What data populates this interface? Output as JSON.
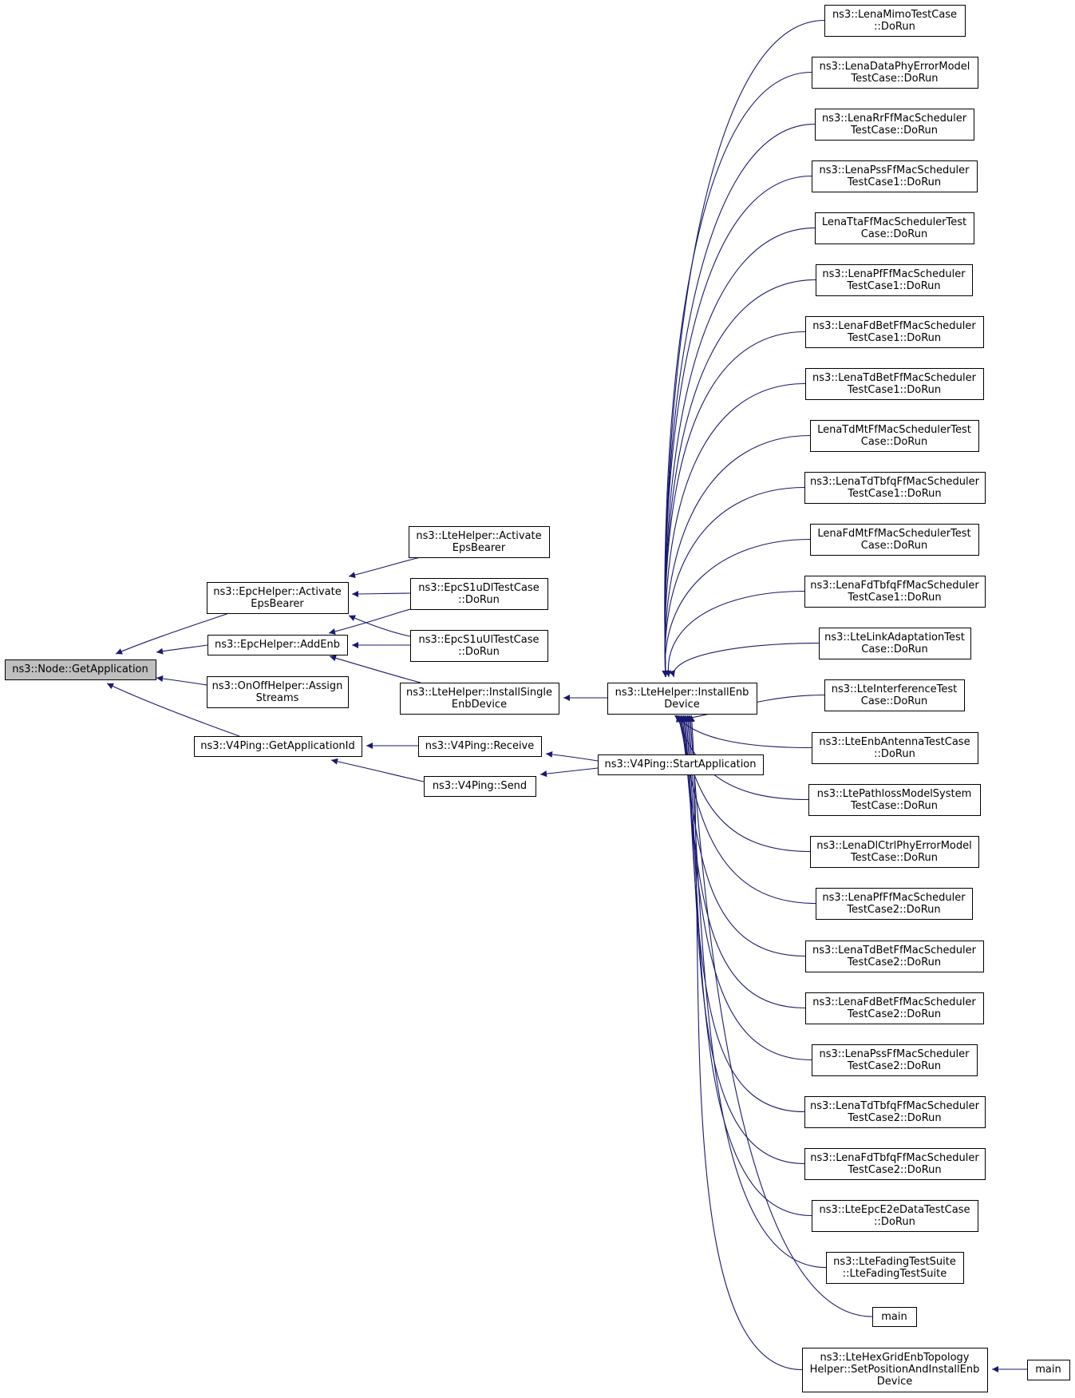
{
  "diagram": {
    "type": "call-graph",
    "colors": {
      "edge": "#191970",
      "root_fill": "#bfbfbf",
      "node_fill": "#ffffff",
      "border": "#000000"
    },
    "nodes": [
      {
        "id": "node-getapplication",
        "lines": [
          "ns3::Node::GetApplication"
        ],
        "root": true
      },
      {
        "id": "epchelper-activate",
        "lines": [
          "ns3::EpcHelper::Activate",
          "EpsBearer"
        ]
      },
      {
        "id": "epchelper-addenb",
        "lines": [
          "ns3::EpcHelper::AddEnb"
        ]
      },
      {
        "id": "onoffhelper-assign",
        "lines": [
          "ns3::OnOffHelper::Assign",
          "Streams"
        ]
      },
      {
        "id": "v4ping-getappid",
        "lines": [
          "ns3::V4Ping::GetApplicationId"
        ]
      },
      {
        "id": "ltehelper-activate",
        "lines": [
          "ns3::LteHelper::Activate",
          "EpsBearer"
        ]
      },
      {
        "id": "epcs1udl",
        "lines": [
          "ns3::EpcS1uDlTestCase",
          "::DoRun"
        ]
      },
      {
        "id": "epcs1uul",
        "lines": [
          "ns3::EpcS1uUlTestCase",
          "::DoRun"
        ]
      },
      {
        "id": "ltehelper-installsingle",
        "lines": [
          "ns3::LteHelper::InstallSingle",
          "EnbDevice"
        ]
      },
      {
        "id": "v4ping-receive",
        "lines": [
          "ns3::V4Ping::Receive"
        ]
      },
      {
        "id": "v4ping-send",
        "lines": [
          "ns3::V4Ping::Send"
        ]
      },
      {
        "id": "ltehelper-installenb",
        "lines": [
          "ns3::LteHelper::InstallEnb",
          "Device"
        ]
      },
      {
        "id": "v4ping-start",
        "lines": [
          "ns3::V4Ping::StartApplication"
        ]
      },
      {
        "id": "lenamimo",
        "lines": [
          "ns3::LenaMimoTestCase",
          "::DoRun"
        ]
      },
      {
        "id": "lenadataphy",
        "lines": [
          "ns3::LenaDataPhyErrorModel",
          "TestCase::DoRun"
        ]
      },
      {
        "id": "lenarr",
        "lines": [
          "ns3::LenaRrFfMacScheduler",
          "TestCase::DoRun"
        ]
      },
      {
        "id": "lenapss1",
        "lines": [
          "ns3::LenaPssFfMacScheduler",
          "TestCase1::DoRun"
        ]
      },
      {
        "id": "lenatta",
        "lines": [
          "LenaTtaFfMacSchedulerTest",
          "Case::DoRun"
        ]
      },
      {
        "id": "lenapf1",
        "lines": [
          "ns3::LenaPfFfMacScheduler",
          "TestCase1::DoRun"
        ]
      },
      {
        "id": "lenafdbet1",
        "lines": [
          "ns3::LenaFdBetFfMacScheduler",
          "TestCase1::DoRun"
        ]
      },
      {
        "id": "lenatdbet1",
        "lines": [
          "ns3::LenaTdBetFfMacScheduler",
          "TestCase1::DoRun"
        ]
      },
      {
        "id": "lenatdmt",
        "lines": [
          "LenaTdMtFfMacSchedulerTest",
          "Case::DoRun"
        ]
      },
      {
        "id": "lenatdtbfq1",
        "lines": [
          "ns3::LenaTdTbfqFfMacScheduler",
          "TestCase1::DoRun"
        ]
      },
      {
        "id": "lenafdmt",
        "lines": [
          "LenaFdMtFfMacSchedulerTest",
          "Case::DoRun"
        ]
      },
      {
        "id": "lenafdtbfq1",
        "lines": [
          "ns3::LenaFdTbfqFfMacScheduler",
          "TestCase1::DoRun"
        ]
      },
      {
        "id": "ltelinkadapt",
        "lines": [
          "ns3::LteLinkAdaptationTest",
          "Case::DoRun"
        ]
      },
      {
        "id": "lteinterference",
        "lines": [
          "ns3::LteInterferenceTest",
          "Case::DoRun"
        ]
      },
      {
        "id": "lteenbantenna",
        "lines": [
          "ns3::LteEnbAntennaTestCase",
          "::DoRun"
        ]
      },
      {
        "id": "ltepathloss",
        "lines": [
          "ns3::LtePathlossModelSystem",
          "TestCase::DoRun"
        ]
      },
      {
        "id": "lenadlctrl",
        "lines": [
          "ns3::LenaDlCtrlPhyErrorModel",
          "TestCase::DoRun"
        ]
      },
      {
        "id": "lenapf2",
        "lines": [
          "ns3::LenaPfFfMacScheduler",
          "TestCase2::DoRun"
        ]
      },
      {
        "id": "lenatdbet2",
        "lines": [
          "ns3::LenaTdBetFfMacScheduler",
          "TestCase2::DoRun"
        ]
      },
      {
        "id": "lenafdbet2",
        "lines": [
          "ns3::LenaFdBetFfMacScheduler",
          "TestCase2::DoRun"
        ]
      },
      {
        "id": "lenapss2",
        "lines": [
          "ns3::LenaPssFfMacScheduler",
          "TestCase2::DoRun"
        ]
      },
      {
        "id": "lenatdtbfq2",
        "lines": [
          "ns3::LenaTdTbfqFfMacScheduler",
          "TestCase2::DoRun"
        ]
      },
      {
        "id": "lenafdtbfq2",
        "lines": [
          "ns3::LenaFdTbfqFfMacScheduler",
          "TestCase2::DoRun"
        ]
      },
      {
        "id": "lteepce2e",
        "lines": [
          "ns3::LteEpcE2eDataTestCase",
          "::DoRun"
        ]
      },
      {
        "id": "ltefading",
        "lines": [
          "ns3::LteFadingTestSuite",
          "::LteFadingTestSuite"
        ]
      },
      {
        "id": "main1",
        "lines": [
          "main"
        ]
      },
      {
        "id": "ltehexgrid",
        "lines": [
          "ns3::LteHexGridEnbTopology",
          "Helper::SetPositionAndInstallEnb",
          "Device"
        ]
      },
      {
        "id": "main2",
        "lines": [
          "main"
        ]
      }
    ],
    "edges": [
      {
        "from": "epchelper-activate",
        "to": "node-getapplication"
      },
      {
        "from": "epchelper-addenb",
        "to": "node-getapplication"
      },
      {
        "from": "onoffhelper-assign",
        "to": "node-getapplication"
      },
      {
        "from": "v4ping-getappid",
        "to": "node-getapplication"
      },
      {
        "from": "ltehelper-activate",
        "to": "epchelper-activate"
      },
      {
        "from": "epcs1udl",
        "to": "epchelper-activate"
      },
      {
        "from": "epcs1uul",
        "to": "epchelper-activate"
      },
      {
        "from": "epcs1udl",
        "to": "epchelper-addenb"
      },
      {
        "from": "epcs1uul",
        "to": "epchelper-addenb"
      },
      {
        "from": "ltehelper-installsingle",
        "to": "epchelper-addenb"
      },
      {
        "from": "ltehelper-installenb",
        "to": "ltehelper-installsingle"
      },
      {
        "from": "v4ping-receive",
        "to": "v4ping-getappid"
      },
      {
        "from": "v4ping-send",
        "to": "v4ping-getappid"
      },
      {
        "from": "v4ping-start",
        "to": "v4ping-receive"
      },
      {
        "from": "v4ping-start",
        "to": "v4ping-send"
      },
      {
        "from": "lenamimo",
        "to": "ltehelper-installenb"
      },
      {
        "from": "lenadataphy",
        "to": "ltehelper-installenb"
      },
      {
        "from": "lenarr",
        "to": "ltehelper-installenb"
      },
      {
        "from": "lenapss1",
        "to": "ltehelper-installenb"
      },
      {
        "from": "lenatta",
        "to": "ltehelper-installenb"
      },
      {
        "from": "lenapf1",
        "to": "ltehelper-installenb"
      },
      {
        "from": "lenafdbet1",
        "to": "ltehelper-installenb"
      },
      {
        "from": "lenatdbet1",
        "to": "ltehelper-installenb"
      },
      {
        "from": "lenatdmt",
        "to": "ltehelper-installenb"
      },
      {
        "from": "lenatdtbfq1",
        "to": "ltehelper-installenb"
      },
      {
        "from": "lenafdmt",
        "to": "ltehelper-installenb"
      },
      {
        "from": "lenafdtbfq1",
        "to": "ltehelper-installenb"
      },
      {
        "from": "ltelinkadapt",
        "to": "ltehelper-installenb"
      },
      {
        "from": "lteinterference",
        "to": "ltehelper-installenb"
      },
      {
        "from": "lteenbantenna",
        "to": "ltehelper-installenb"
      },
      {
        "from": "ltepathloss",
        "to": "ltehelper-installenb"
      },
      {
        "from": "lenadlctrl",
        "to": "ltehelper-installenb"
      },
      {
        "from": "lenapf2",
        "to": "ltehelper-installenb"
      },
      {
        "from": "lenatdbet2",
        "to": "ltehelper-installenb"
      },
      {
        "from": "lenafdbet2",
        "to": "ltehelper-installenb"
      },
      {
        "from": "lenapss2",
        "to": "ltehelper-installenb"
      },
      {
        "from": "lenatdtbfq2",
        "to": "ltehelper-installenb"
      },
      {
        "from": "lenafdtbfq2",
        "to": "ltehelper-installenb"
      },
      {
        "from": "lteepce2e",
        "to": "ltehelper-installenb"
      },
      {
        "from": "ltefading",
        "to": "ltehelper-installenb"
      },
      {
        "from": "main1",
        "to": "ltehelper-installenb"
      },
      {
        "from": "ltehexgrid",
        "to": "ltehelper-installenb"
      },
      {
        "from": "main2",
        "to": "ltehexgrid"
      }
    ]
  }
}
